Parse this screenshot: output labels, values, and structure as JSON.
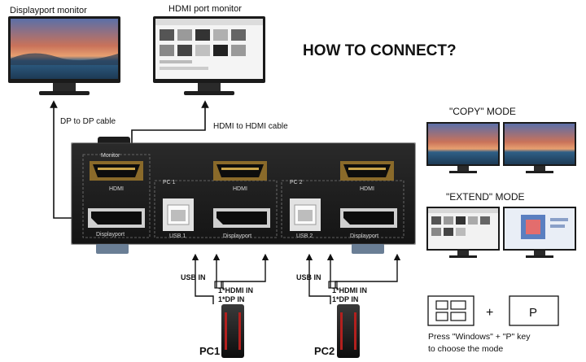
{
  "title": "HOW TO CONNECT?",
  "monitors": {
    "displayport": {
      "label": "Displayport monitor"
    },
    "hdmi": {
      "label": "HDMI port monitor"
    }
  },
  "cables": {
    "dp_to_dp": "DP to DP cable",
    "hdmi_to_hdmi": "HDMI to HDMI cable"
  },
  "kvm": {
    "monitor_section": "Monitor",
    "pc1_section": "PC 1",
    "pc2_section": "PC 2",
    "hdmi_port": "HDMI",
    "displayport_port": "Displayport",
    "usb1": "USB 1",
    "usb2": "USB 2"
  },
  "pc_connections": {
    "usb_in": "USB IN",
    "hdmi_in": "1*HDMI IN",
    "dp_in": "1*DP IN"
  },
  "pcs": {
    "pc1": "PC1",
    "pc2": "PC2"
  },
  "modes": {
    "copy": "\"COPY\" MODE",
    "extend": "\"EXTEND\" MODE"
  },
  "keys": {
    "plus": "+",
    "p": "P",
    "instruction_line1": "Press \"Windows\" + \"P\" key",
    "instruction_line2": "to choose the mode"
  },
  "colors": {
    "kvm_body": "#1e1e1e",
    "cable": "#111111",
    "sunset_sky": "#c9725a",
    "sea": "#2f5f86"
  }
}
